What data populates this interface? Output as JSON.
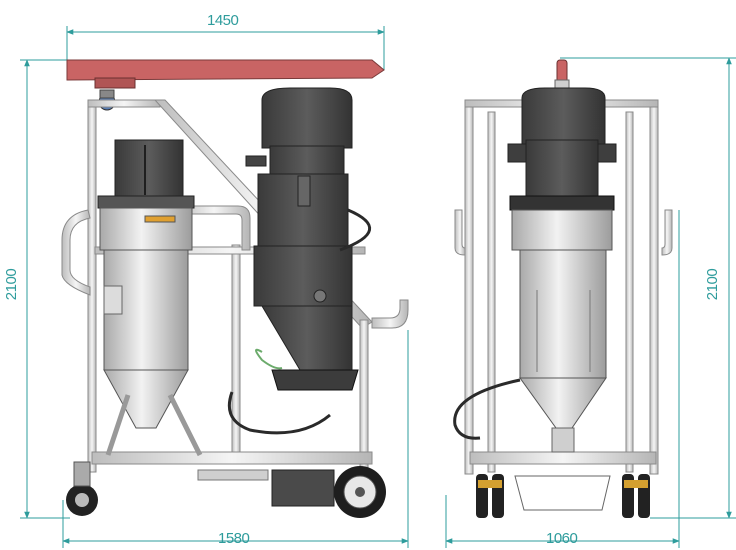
{
  "dimensions": {
    "side_width_top": "1450",
    "side_height": "2100",
    "side_length_bottom": "1580",
    "front_height": "2100",
    "front_width_bottom": "1060"
  },
  "colors": {
    "dimension": "#2e9c9c",
    "frame": "#dcdcdc",
    "dark_body": "#4a4a4a",
    "red_arm": "#c96464",
    "tank": "#d8d8d8"
  }
}
